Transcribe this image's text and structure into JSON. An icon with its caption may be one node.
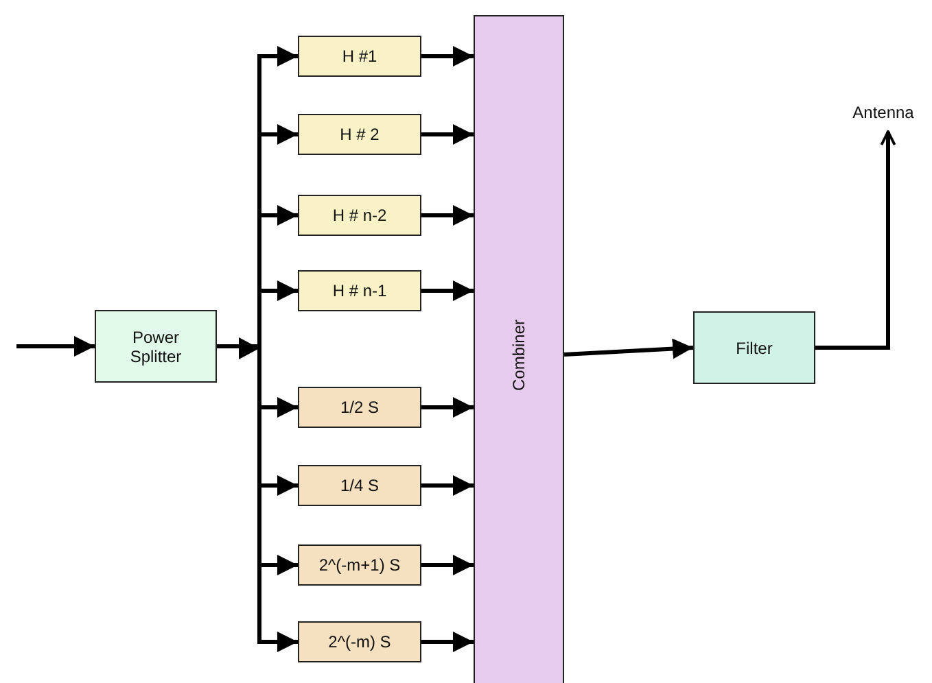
{
  "diagram": {
    "nodes": [
      {
        "text": [
          "Power Splitter"
        ]
      },
      {
        "text": [
          "H #1"
        ]
      },
      {
        "text": [
          "H # 2"
        ]
      },
      {
        "text": [
          "H # n-2"
        ]
      },
      {
        "text": [
          "H # n-1"
        ]
      },
      {
        "text": [
          "1/2 S"
        ]
      },
      {
        "text": [
          "1/4 S"
        ]
      },
      {
        "text": [
          "2^(-m+1) S"
        ]
      },
      {
        "text": [
          "2^(-m) S"
        ]
      },
      {
        "text": [
          "Combiner"
        ]
      },
      {
        "text": [
          "Filter"
        ]
      },
      {
        "text": [
          "Antenna"
        ]
      }
    ],
    "edges": [
      {
        "from": null,
        "to": 0,
        "arrow": "to"
      },
      {
        "from": 0,
        "to": 1,
        "arrow": "to"
      },
      {
        "from": 0,
        "to": 2,
        "arrow": "to"
      },
      {
        "from": 0,
        "to": 3,
        "arrow": "to"
      },
      {
        "from": 0,
        "to": 4,
        "arrow": "to"
      },
      {
        "from": 0,
        "to": 5,
        "arrow": "to"
      },
      {
        "from": 0,
        "to": 6,
        "arrow": "to"
      },
      {
        "from": 0,
        "to": 7,
        "arrow": "to"
      },
      {
        "from": 0,
        "to": 8,
        "arrow": "to"
      },
      {
        "from": 1,
        "to": 9,
        "arrow": "to"
      },
      {
        "from": 2,
        "to": 9,
        "arrow": "to"
      },
      {
        "from": 3,
        "to": 9,
        "arrow": "to"
      },
      {
        "from": 4,
        "to": 9,
        "arrow": "to"
      },
      {
        "from": 5,
        "to": 9,
        "arrow": "to"
      },
      {
        "from": 6,
        "to": 9,
        "arrow": "to"
      },
      {
        "from": 7,
        "to": 9,
        "arrow": "to"
      },
      {
        "from": 8,
        "to": 9,
        "arrow": "to"
      },
      {
        "from": 9,
        "to": 10,
        "arrow": "to"
      },
      {
        "from": 10,
        "to": 11,
        "arrow": "to"
      }
    ]
  }
}
